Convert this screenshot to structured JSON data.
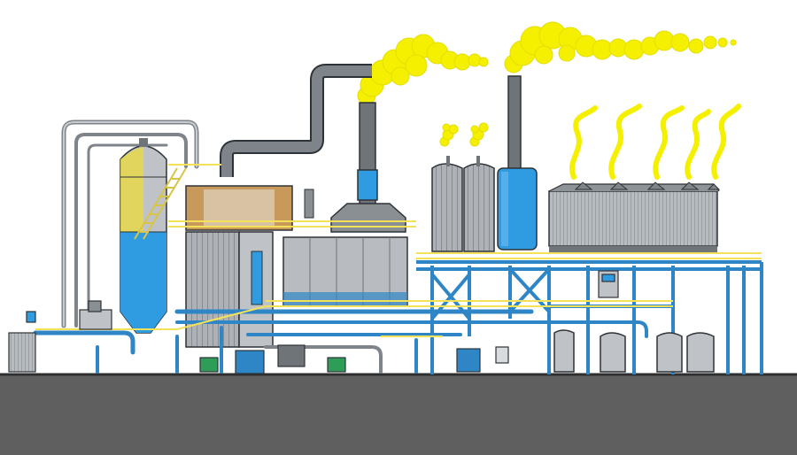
{
  "scene": {
    "subject": "industrial-plant-illustration",
    "palette": {
      "background": "#ffffff",
      "ground": "#5f5f5f",
      "ground_line": "#2f2f2f",
      "steel": "#a9adb2",
      "steel_dark": "#6f7479",
      "outline": "#2e3338",
      "pipe_blue": "#2f86c6",
      "vessel_blue": "#2f9be0",
      "pipe_gray": "#7e8489",
      "railing_yellow": "#f4e15a",
      "smoke_yellow": "#f5f000",
      "rust_brown": "#b5894e",
      "panel_gray": "#bfc3c7",
      "green": "#2e9d57"
    },
    "elements": [
      "silo",
      "main-stack",
      "tall-stack",
      "twin-tanks",
      "blue-tank",
      "long-shed",
      "pipe-racks",
      "walkways",
      "storage-tanks",
      "smoke-plumes"
    ]
  }
}
